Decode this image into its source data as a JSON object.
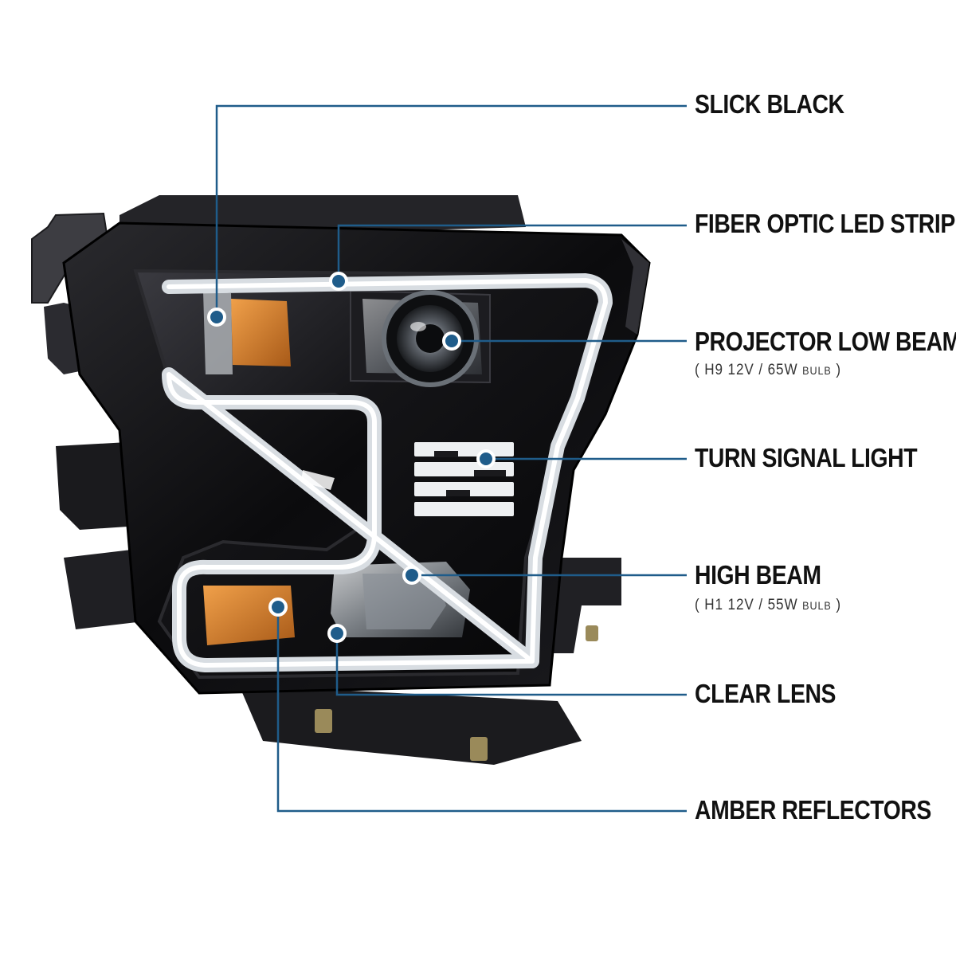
{
  "colors": {
    "leader_line": "#1f5c8a",
    "dot_fill": "#1f5c8a",
    "dot_ring": "#ffffff",
    "housing": "#0d0d0f",
    "light_bar": "#e8ecef",
    "amber": "#d9802a"
  },
  "callouts": [
    {
      "label": "SLICK BLACK"
    },
    {
      "label": "FIBER OPTIC LED STRIP"
    },
    {
      "label": "PROJECTOR LOW BEAM",
      "sub_main": "( H9  12V / 65W ",
      "sub_small": "BULB",
      "sub_end": " )"
    },
    {
      "label": "TURN SIGNAL LIGHT"
    },
    {
      "label": "HIGH BEAM",
      "sub_main": "( H1  12V / 55W ",
      "sub_small": "BULB",
      "sub_end": " )"
    },
    {
      "label": "CLEAR LENS"
    },
    {
      "label": "AMBER REFLECTORS"
    }
  ]
}
